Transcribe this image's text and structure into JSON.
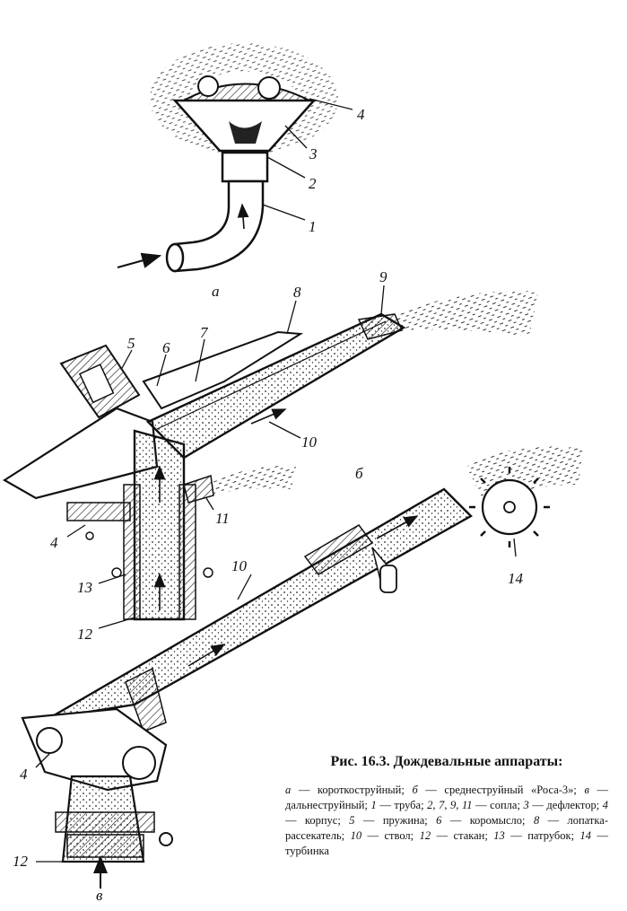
{
  "labels": {
    "sub_a": "а",
    "sub_b": "б",
    "sub_v": "в",
    "n1": "1",
    "n2": "2",
    "n3": "3",
    "n4a": "4",
    "n5": "5",
    "n6": "6",
    "n7": "7",
    "n8": "8",
    "n9": "9",
    "n10a": "10",
    "n11": "11",
    "n13": "13",
    "n12a": "12",
    "n4b": "4",
    "n10b": "10",
    "n14": "14",
    "n4c": "4",
    "n12b": "12"
  },
  "caption": {
    "title": "Рис. 16.3. Дождевальные аппараты:",
    "items": [
      {
        "key": "а",
        "text": " — короткоструйный; "
      },
      {
        "key": "б",
        "text": " — среднеструйный «Роса-3»; "
      },
      {
        "key": "в",
        "text": " — дальнеструйный; "
      },
      {
        "key": "1",
        "text": " — труба; "
      },
      {
        "key": "2, 7, 9, 11",
        "text": " — сопла; "
      },
      {
        "key": "3",
        "text": " — дефлектор; "
      },
      {
        "key": "4",
        "text": " — корпус; "
      },
      {
        "key": "5",
        "text": " — пружина; "
      },
      {
        "key": "6",
        "text": " — коромысло; "
      },
      {
        "key": "8",
        "text": " — лопатка-рассекатель; "
      },
      {
        "key": "10",
        "text": " — ствол; "
      },
      {
        "key": "12",
        "text": " — стакан; "
      },
      {
        "key": "13",
        "text": " — патрубок; "
      },
      {
        "key": "14",
        "text": " — турбинка"
      }
    ]
  }
}
